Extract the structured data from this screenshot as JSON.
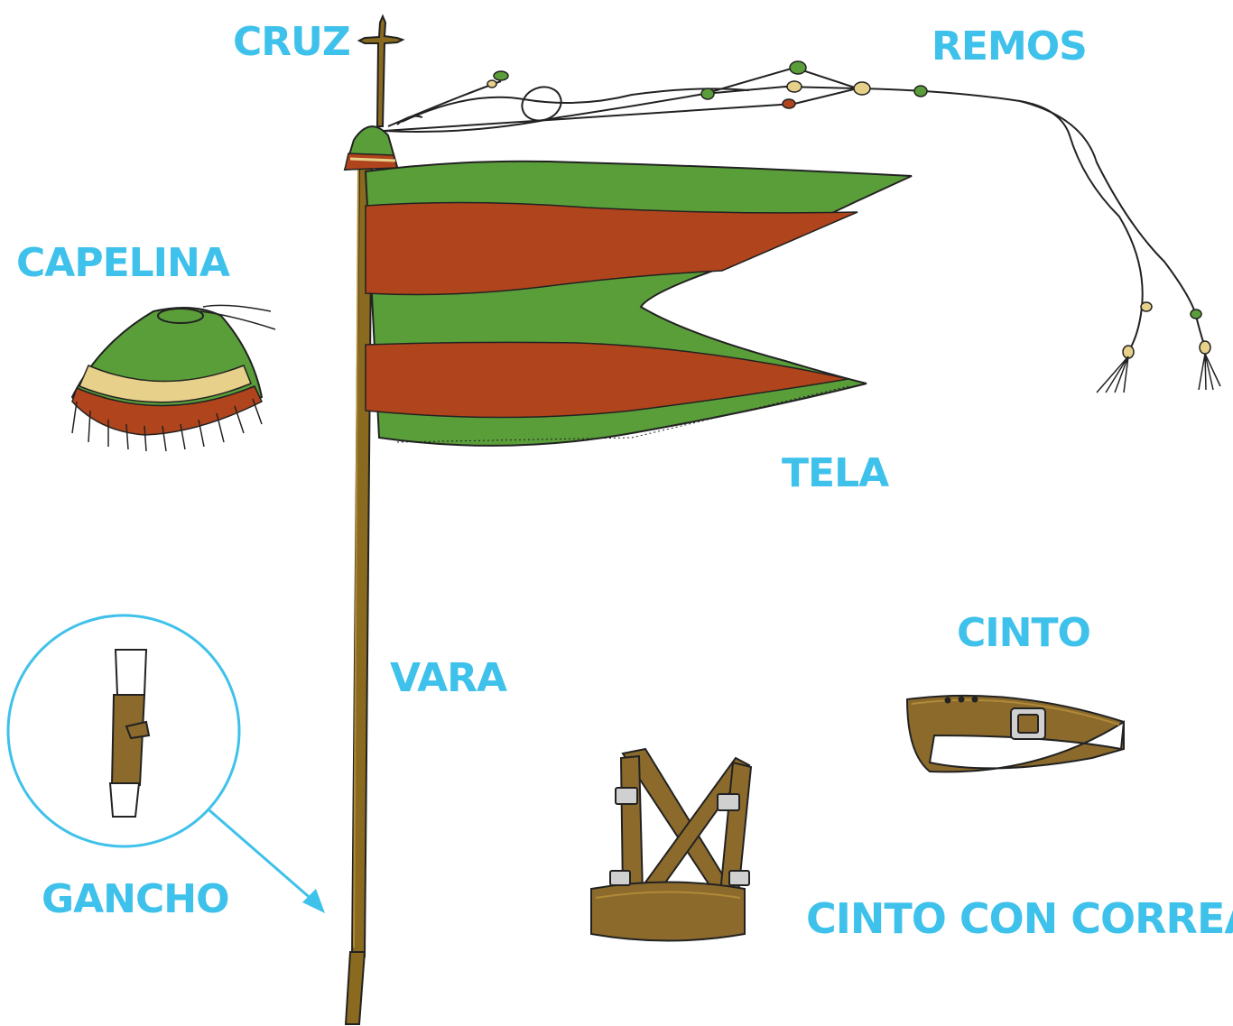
{
  "labels": {
    "cruz": "CRUZ",
    "remos": "REMOS",
    "capelina": "CAPELINA",
    "tela": "TELA",
    "vara": "VARA",
    "cinto": "CINTO",
    "gancho": "GANCHO",
    "cinto_con_correas": "CINTO CON CORREAS"
  },
  "colors": {
    "label": "#3ec1ea",
    "flag_green": "#5a9e3a",
    "flag_red": "#b0441c",
    "pole": "#8a6a1e",
    "leather": "#8b6a2c",
    "cream": "#e7d08a"
  }
}
